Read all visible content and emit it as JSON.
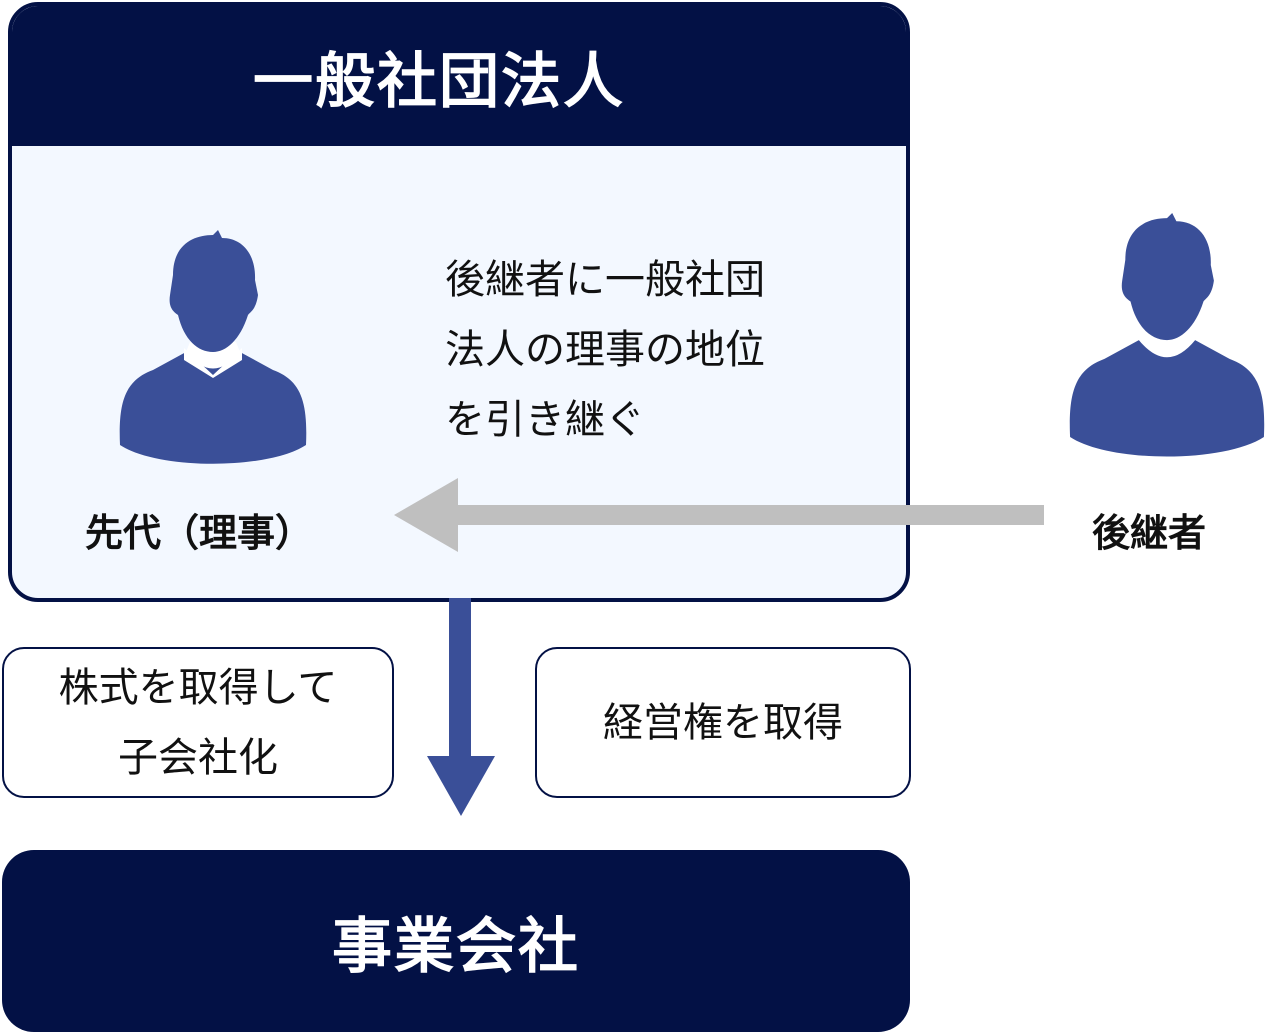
{
  "organization": {
    "title": "一般社団法人",
    "predecessor_label": "先代（理事）",
    "description_lines": [
      "後継者に一般社団",
      "法人の理事の地位",
      "を引き継ぐ"
    ]
  },
  "successor": {
    "label": "後継者"
  },
  "relations": {
    "acquire_shares_lines": [
      "株式を取得して",
      "子会社化"
    ],
    "acquire_management": "経営権を取得"
  },
  "company": {
    "title": "事業会社"
  },
  "colors": {
    "navy": "#031145",
    "person": "#3a4f98",
    "gray_arrow": "#bfbfbf",
    "panel": "#f3f8ff"
  }
}
